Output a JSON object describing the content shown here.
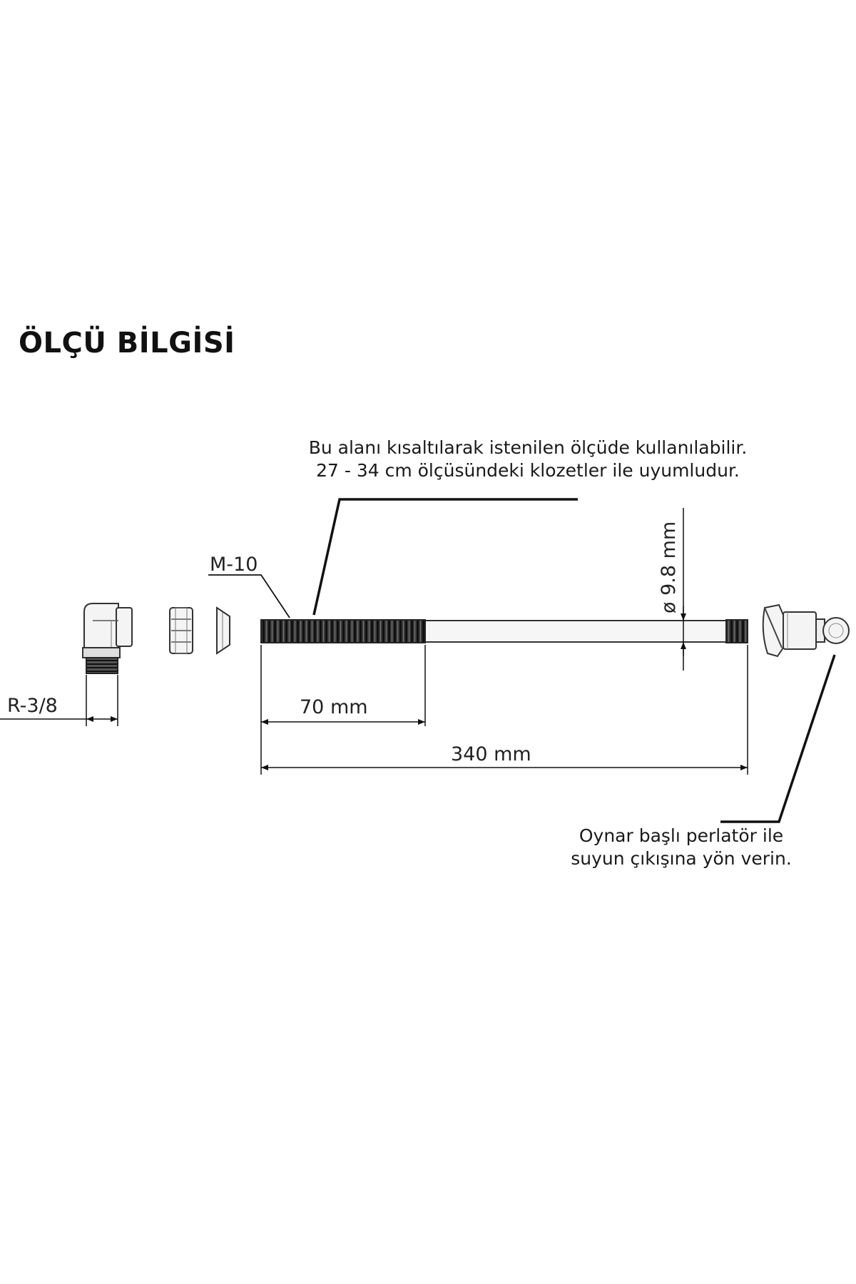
{
  "title": "ÖLÇÜ BİLGİSİ",
  "notes": {
    "top_line1": "Bu alanı kısaltılarak istenilen ölçüde kullanılabilir.",
    "top_line2": "27 - 34 cm ölçüsündeki klozetler ile uyumludur.",
    "bottom_line1": "Oynar başlı perlatör ile",
    "bottom_line2": "suyun çıkışına yön verin."
  },
  "labels": {
    "thread": "M-10",
    "connection": "R-3/8",
    "diameter": "ø 9.8 mm",
    "thread_length": "70 mm",
    "total_length": "340 mm"
  },
  "colors": {
    "line": "#111111",
    "thread": "#2a2a2a",
    "part_fill": "#f4f4f4",
    "part_stroke": "#333333"
  }
}
